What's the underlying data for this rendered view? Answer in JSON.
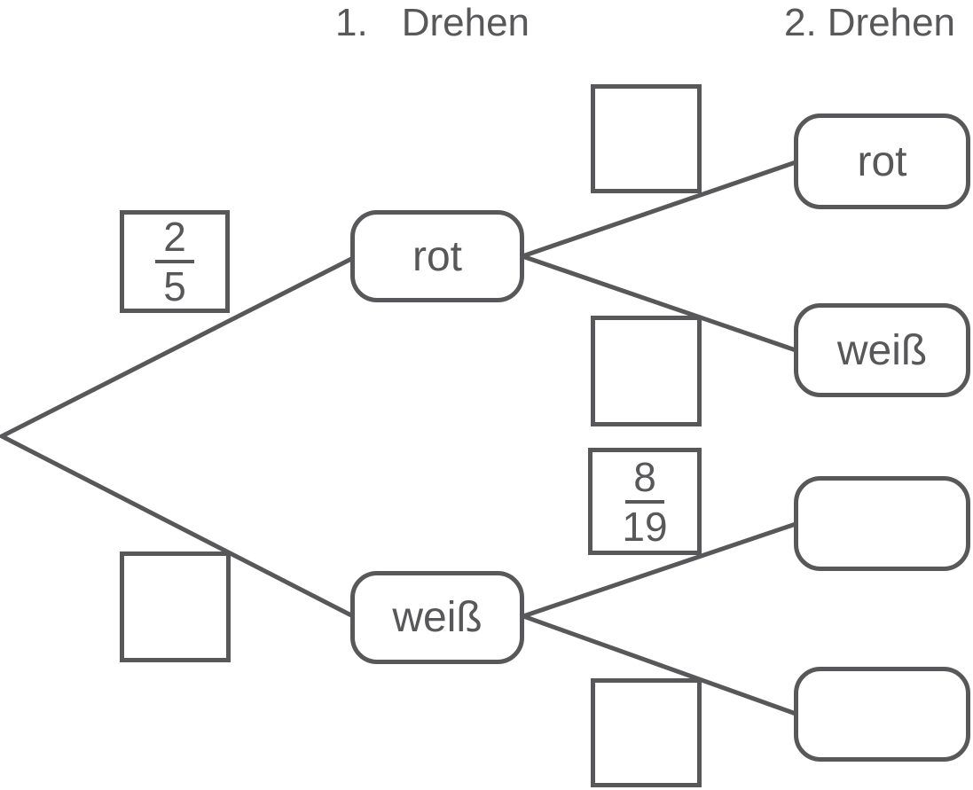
{
  "colors": {
    "ink": "#58585a",
    "paper": "#ffffff"
  },
  "headers": {
    "first": {
      "number": "1.",
      "word": "Drehen"
    },
    "second": {
      "number": "2.",
      "word": "Drehen"
    }
  },
  "tree": {
    "first_spin": [
      {
        "outcome": "rot",
        "prob_num": "2",
        "prob_den": "5"
      },
      {
        "outcome": "weiß",
        "prob_num": "",
        "prob_den": ""
      }
    ],
    "second_spin": [
      {
        "parent": "rot",
        "outcome": "rot",
        "prob_num": "",
        "prob_den": ""
      },
      {
        "parent": "rot",
        "outcome": "weiß",
        "prob_num": "",
        "prob_den": ""
      },
      {
        "parent": "weiß",
        "outcome": "",
        "prob_num": "8",
        "prob_den": "19"
      },
      {
        "parent": "weiß",
        "outcome": "",
        "prob_num": "",
        "prob_den": ""
      }
    ]
  }
}
